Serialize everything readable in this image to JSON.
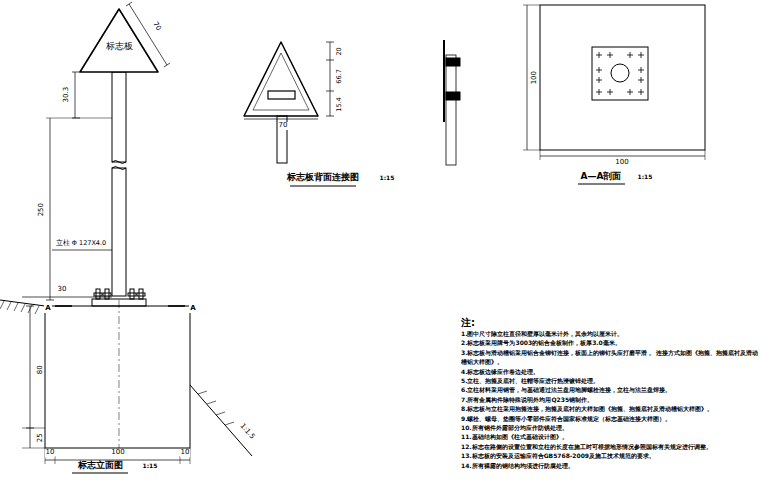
{
  "diagram": {
    "nodes": [
      {
        "text": [
          "标志板"
        ]
      }
    ],
    "labels": [
      "70",
      "30.3",
      "250",
      "立柱 Φ 127X4.0",
      "30",
      "A",
      "A",
      "80",
      "25",
      "10",
      "100",
      "10",
      "1:1.5",
      "标志立面图",
      "1:15",
      "20",
      "66.7",
      "15.4",
      "70",
      "标志板背面连接图",
      "1:15",
      "100",
      "100",
      "A—A剖面",
      "1:15",
      "注:",
      "1.图中尺寸除立柱直径和壁厚以毫米计外，其余均以厘米计。",
      "2.标志板采用牌号为3003的铝合金板制作，板厚3.0毫米。",
      "3.标志板与滑动槽铝采用铝合金铆钉连接，板面上的铆钉头应打磨平滑， 连接方式如图《抱箍、抱箍底衬及滑动槽铝大样图》。",
      "4.标志板边缘应作卷边处理。",
      "5.立柱、抱箍及底衬、柱帽等应进行热浸镀锌处理。",
      "6.立柱材料采用钢管，与基础通过法兰盘用地脚螺栓连接，立柱与法兰盘焊接。",
      "7.所有金属构件除特殊说明外均用Q235钢制作。",
      "8.标志板与立柱采用抱箍连接，抱箍及底衬的大样如图《抱箍、抱箍底衬及滑动槽铝大样图》。",
      "9.螺栓、螺母、垫圈等小零部件应符合国家标准规定（标志基础连接大样图）。",
      "10.所有钢件外露部分均应作防锈处理。",
      "11.基础结构如图《柱式基础设计图》。",
      "12.标志在路侧的设置位置和立柱的长度在施工时可根据地形情况参照国标有关规定进行调整。",
      "13.标志板的安装及运输应符合GB5768-2009及施工技术规范的要求。",
      "14.所有裸露的钢结构均须进行防腐处理。"
    ]
  }
}
